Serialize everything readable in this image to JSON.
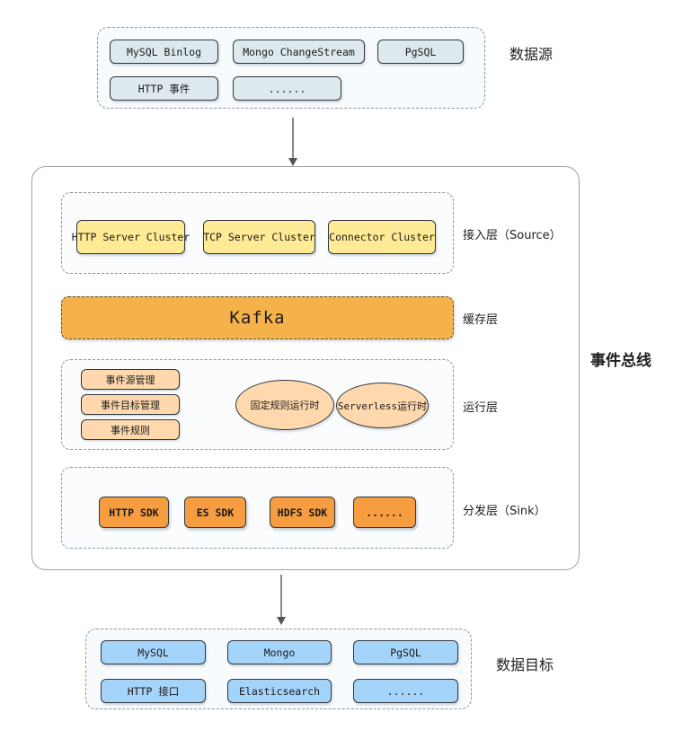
{
  "data_sources": {
    "label": "数据源",
    "row1": [
      "MySQL Binlog",
      "Mongo ChangeStream",
      "PgSQL"
    ],
    "row2": [
      "HTTP 事件",
      "......"
    ]
  },
  "event_bus": {
    "label": "事件总线",
    "source_layer": {
      "label": "接入层（Source）",
      "items": [
        "HTTP Server Cluster",
        "TCP Server Cluster",
        "Connector Cluster"
      ]
    },
    "cache_layer": {
      "label": "缓存层",
      "kafka": "Kafka"
    },
    "runtime_layer": {
      "label": "运行层",
      "managers": [
        "事件源管理",
        "事件目标管理",
        "事件规则"
      ],
      "runtimes": [
        "固定规则运行时",
        "Serverless运行时"
      ]
    },
    "sink_layer": {
      "label": "分发层（Sink）",
      "items": [
        "HTTP SDK",
        "ES SDK",
        "HDFS SDK",
        "......"
      ]
    }
  },
  "data_targets": {
    "label": "数据目标",
    "row1": [
      "MySQL",
      "Mongo",
      "PgSQL"
    ],
    "row2": [
      "HTTP 接口",
      "Elasticsearch",
      "......"
    ]
  },
  "colors": {
    "source_node": "#dde9ee",
    "access_node": "#ffeb95",
    "kafka_node": "#f6b24a",
    "runtime_node": "#ffd9ad",
    "sink_node": "#f79d41",
    "target_node": "#a5d4fa",
    "dashed_border": "#8a959c"
  }
}
